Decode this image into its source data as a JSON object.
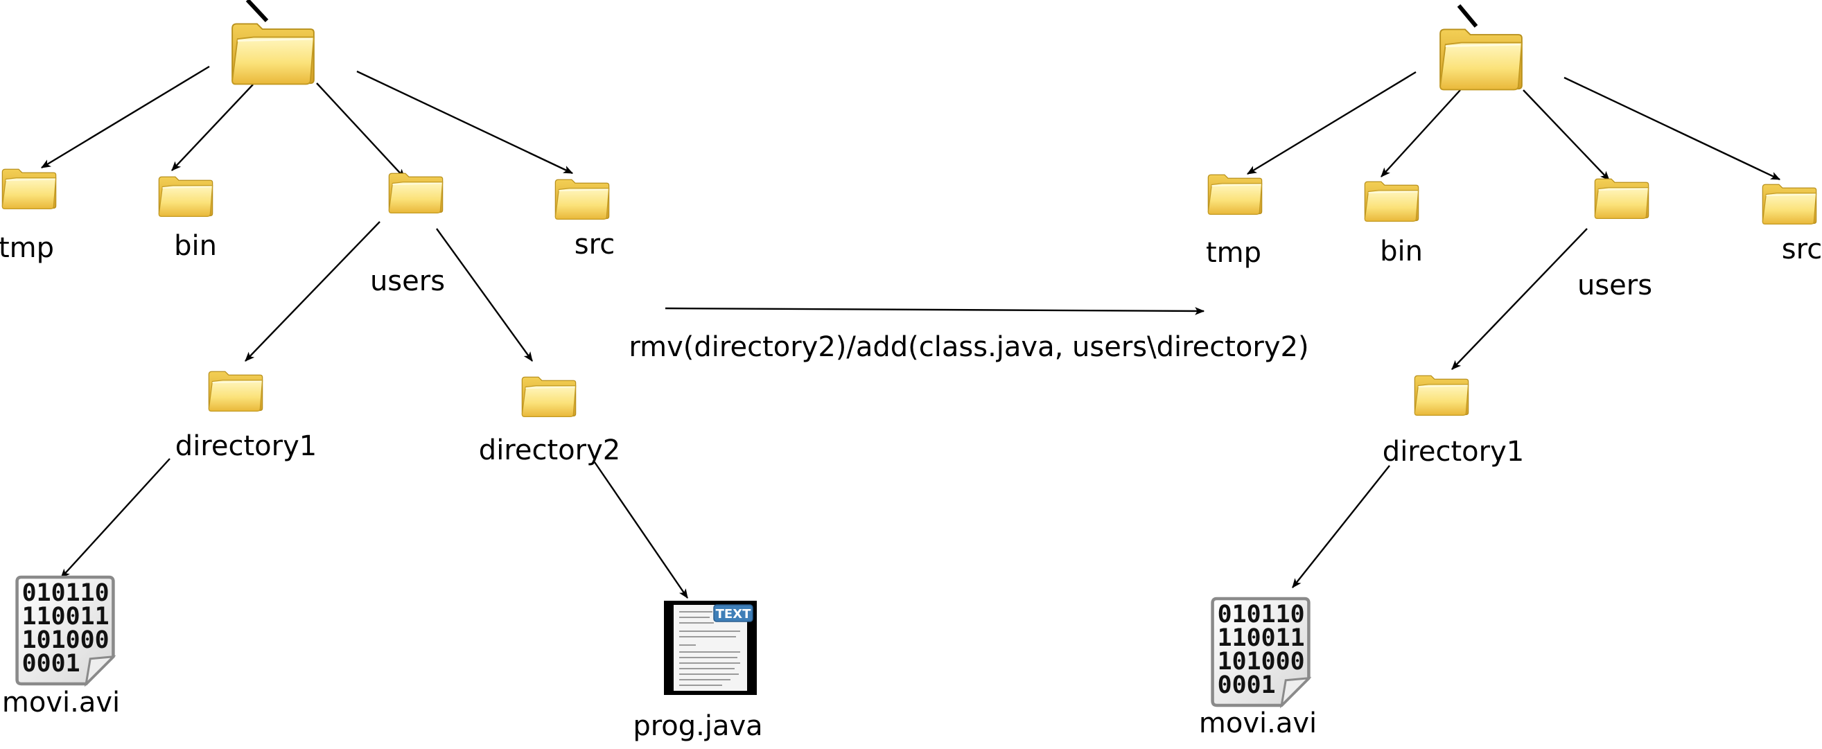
{
  "diagram": {
    "operation_label": "rmv(directory2)/add(class.java, users\\directory2)",
    "colors": {
      "folder_light": "#fff2a8",
      "folder_mid": "#f8d85c",
      "folder_dark": "#d9a72a",
      "folder_edge": "#b8901c",
      "ink": "#000000"
    },
    "before_tree": {
      "root_label": "\\",
      "nodes": {
        "tmp": "tmp",
        "bin": "bin",
        "users": "users",
        "src": "src",
        "directory1": "directory1",
        "directory2": "directory2",
        "movi": "movi.avi",
        "prog": "prog.java"
      }
    },
    "after_tree": {
      "root_label": "\\",
      "nodes": {
        "tmp": "tmp",
        "bin": "bin",
        "users": "users",
        "src": "src",
        "directory1": "directory1",
        "movi": "movi.avi"
      }
    },
    "binary_icon_lines": [
      "010110",
      "110011",
      "101000",
      "0001"
    ],
    "text_icon_badge": "TEXT",
    "icons": {
      "folder": "folder-icon",
      "binary_file": "binary-file-icon",
      "text_file": "text-file-icon"
    }
  }
}
